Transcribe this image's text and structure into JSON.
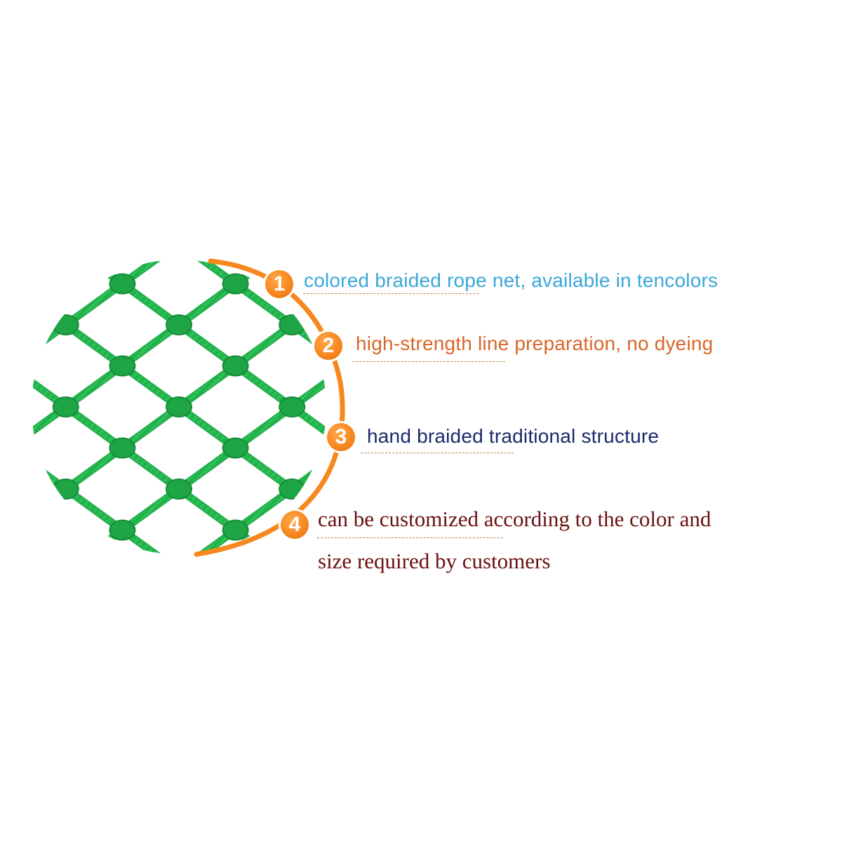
{
  "features": [
    {
      "number": "1",
      "text": "colored braided rope net, available in tencolors",
      "color": "#3aa8d8"
    },
    {
      "number": "2",
      "text": "high-strength line preparation, no dyeing",
      "color": "#d9662a"
    },
    {
      "number": "3",
      "text": "hand braided traditional structure",
      "color": "#1a2a6c"
    },
    {
      "number": "4",
      "text": "can be customized according to the color and",
      "text_line2": "size required by customers",
      "color": "#6b0f0f"
    }
  ],
  "colors": {
    "rope": "#22b04a",
    "accent_orange": "#f7881f"
  },
  "icons": [
    "rope-net-image",
    "orange-arc"
  ]
}
